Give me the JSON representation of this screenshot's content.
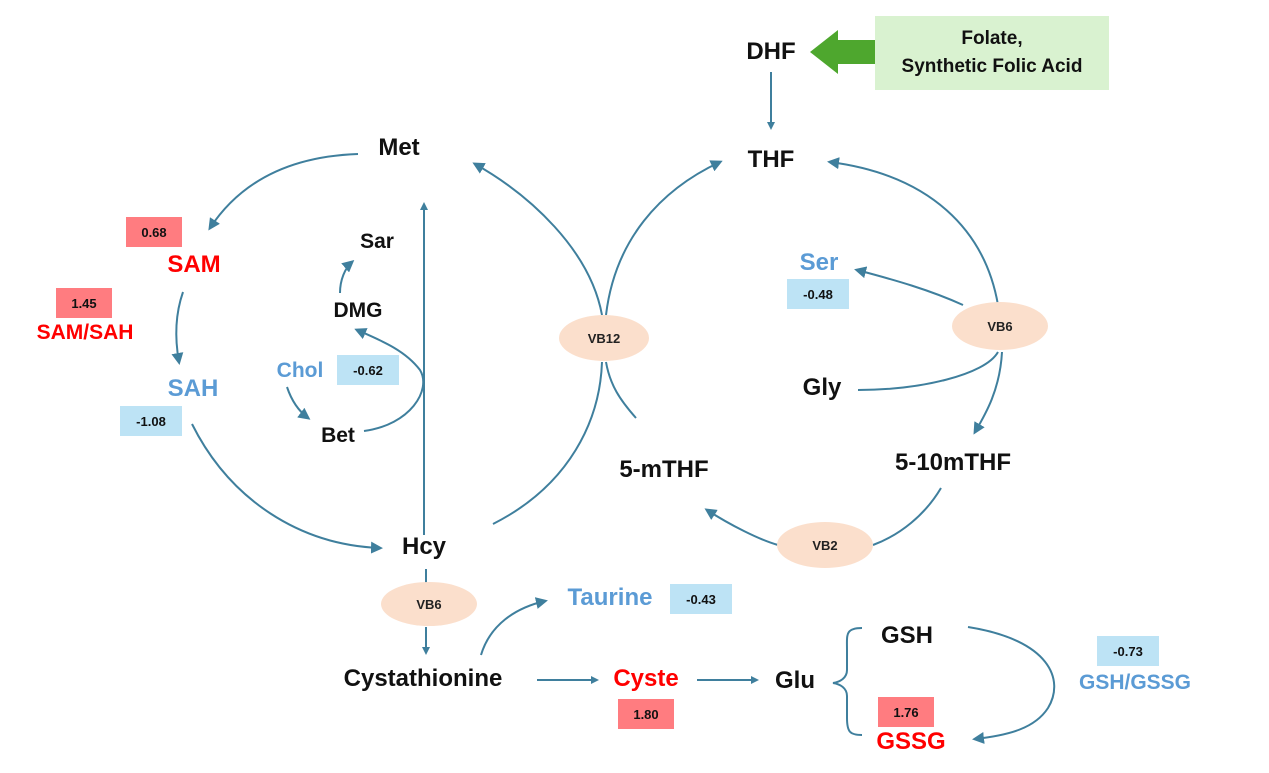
{
  "colors": {
    "arrow": "#3f7f9d",
    "increased_box": "#ff7c80",
    "decreased_box": "#bde3f5",
    "increased_text": "#ff0000",
    "decreased_text": "#5b9bd5",
    "vitamin_ellipse": "#fbdfcc",
    "source_box": "#d9f2d0",
    "source_arrow": "#4ea72e"
  },
  "source": {
    "line1": "Folate,",
    "line2": "Synthetic Folic Acid"
  },
  "metabolites": {
    "dhf": "DHF",
    "thf": "THF",
    "met": "Met",
    "sam": "SAM",
    "sam_sah": "SAM/SAH",
    "sah": "SAH",
    "sar": "Sar",
    "dmg": "DMG",
    "chol": "Chol",
    "bet": "Bet",
    "hcy": "Hcy",
    "ser": "Ser",
    "gly": "Gly",
    "mthf5_10": "5-10mTHF",
    "mthf5": "5-mTHF",
    "taurine": "Taurine",
    "cystathionine": "Cystathionine",
    "cyste": "Cyste",
    "glu": "Glu",
    "gsh": "GSH",
    "gssg": "GSSG",
    "gsh_gssg": "GSH/GSSG"
  },
  "values": {
    "sam": "0.68",
    "sam_sah": "1.45",
    "sah": "-1.08",
    "chol": "-0.62",
    "ser": "-0.48",
    "taurine": "-0.43",
    "cyste": "1.80",
    "gssg": "1.76",
    "gsh_gssg": "-0.73"
  },
  "vitamins": {
    "vb12": "VB12",
    "vb6_folate": "VB6",
    "vb2": "VB2",
    "vb6_transsulfuration": "VB6"
  }
}
